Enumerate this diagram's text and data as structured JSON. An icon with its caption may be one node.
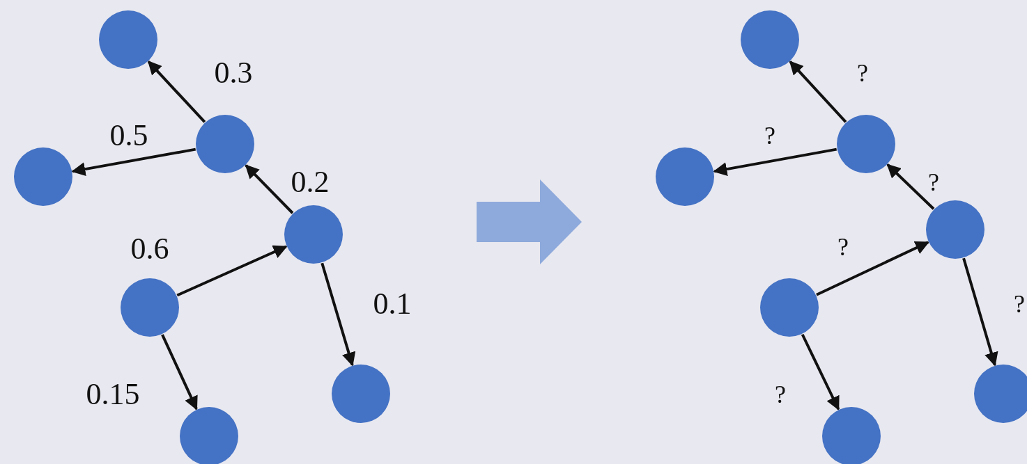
{
  "diagram": {
    "nodes": [
      {
        "text": [],
        "shape": "circle"
      },
      {
        "text": [],
        "shape": "circle"
      },
      {
        "text": [],
        "shape": "circle"
      },
      {
        "text": [],
        "shape": "circle"
      },
      {
        "text": [],
        "shape": "circle"
      },
      {
        "text": [],
        "shape": "circle"
      },
      {
        "text": [],
        "shape": "circle"
      },
      {
        "text": [],
        "shape": "circle"
      },
      {
        "text": [],
        "shape": "circle"
      },
      {
        "text": [],
        "shape": "circle"
      },
      {
        "text": [],
        "shape": "circle"
      },
      {
        "text": [],
        "shape": "circle"
      },
      {
        "text": [],
        "shape": "circle"
      },
      {
        "text": [],
        "shape": "circle"
      }
    ],
    "edges": [
      {
        "from": 1,
        "to": 0,
        "arrow": "to",
        "label": "0.3"
      },
      {
        "from": 1,
        "to": 2,
        "arrow": "to",
        "label": "0.5"
      },
      {
        "from": 3,
        "to": 1,
        "arrow": "to",
        "label": "0.2"
      },
      {
        "from": 4,
        "to": 3,
        "arrow": "to",
        "label": "0.6"
      },
      {
        "from": 3,
        "to": 5,
        "arrow": "to",
        "label": "0.1"
      },
      {
        "from": 4,
        "to": 6,
        "arrow": "to",
        "label": "0.15"
      },
      {
        "from": 8,
        "to": 7,
        "arrow": "to",
        "label": "?"
      },
      {
        "from": 8,
        "to": 9,
        "arrow": "to",
        "label": "?"
      },
      {
        "from": 10,
        "to": 8,
        "arrow": "to",
        "label": "?"
      },
      {
        "from": 11,
        "to": 10,
        "arrow": "to",
        "label": "?"
      },
      {
        "from": 10,
        "to": 12,
        "arrow": "to",
        "label": "?"
      },
      {
        "from": 11,
        "to": 13,
        "arrow": "to",
        "label": "?"
      }
    ]
  }
}
